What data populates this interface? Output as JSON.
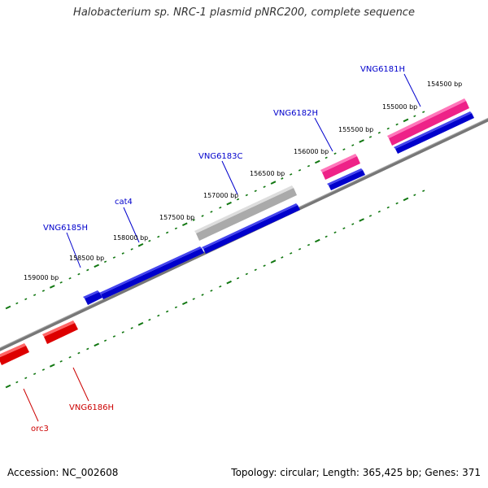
{
  "title": "Halobacterium sp. NRC-1 plasmid pNRC200, complete sequence",
  "footer": {
    "accession": "Accession: NC_002608",
    "summary": "Topology: circular; Length: 365,425 bp; Genes: 371"
  },
  "colors": {
    "forward_gene": "#0000cc",
    "reverse_gene": "#dd0000",
    "rna_gene": "#ee2288",
    "pseudo_gene": "#aaaaaa",
    "backbone": "#777777",
    "ticks": "#117711",
    "forward_label": "#0000cc",
    "reverse_label": "#cc0000"
  },
  "position_labels": [
    "154500 bp",
    "155000 bp",
    "155500 bp",
    "156000 bp",
    "156500 bp",
    "157000 bp",
    "157500 bp",
    "158000 bp",
    "158500 bp",
    "159000 bp"
  ],
  "genes_forward": [
    {
      "name": "VNG6181H"
    },
    {
      "name": "VNG6182H"
    },
    {
      "name": "VNG6183C"
    },
    {
      "name": "cat4"
    },
    {
      "name": "VNG6185H"
    }
  ],
  "genes_reverse": [
    {
      "name": "VNG6186H"
    },
    {
      "name": "orc3"
    }
  ]
}
